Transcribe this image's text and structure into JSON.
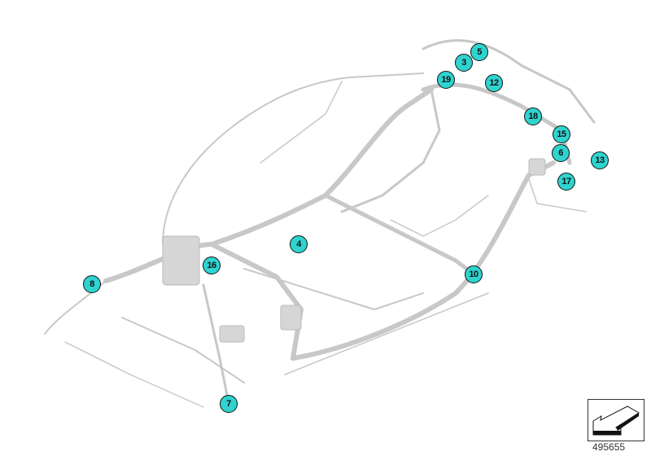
{
  "diagram": {
    "number": "495655",
    "callout_color": "#2fd3cf",
    "callouts": [
      {
        "label": "5"
      },
      {
        "label": "3"
      },
      {
        "label": "19"
      },
      {
        "label": "12"
      },
      {
        "label": "18"
      },
      {
        "label": "15"
      },
      {
        "label": "6"
      },
      {
        "label": "13"
      },
      {
        "label": "17"
      },
      {
        "label": "4"
      },
      {
        "label": "16"
      },
      {
        "label": "10"
      },
      {
        "label": "8"
      },
      {
        "label": "7"
      }
    ]
  }
}
